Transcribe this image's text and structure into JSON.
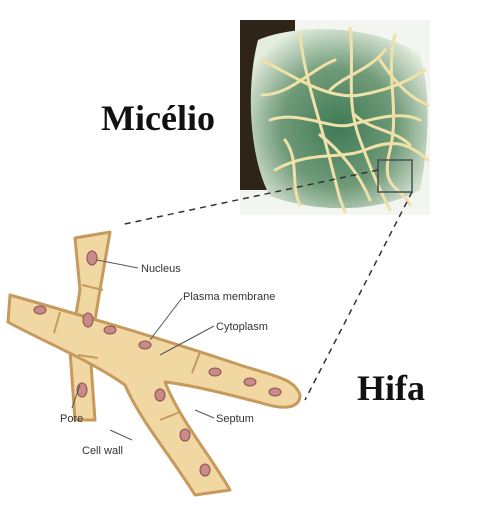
{
  "titles": {
    "mycelium": "Micélio",
    "hypha": "Hifa"
  },
  "labels": {
    "nucleus": "Nucleus",
    "plasma_membrane": "Plasma membrane",
    "cytoplasm": "Cytoplasm",
    "pore": "Pore",
    "cell_wall": "Cell wall",
    "septum": "Septum"
  },
  "colors": {
    "hypha_fill": "#f1d7a2",
    "hypha_wall": "#c69a5c",
    "nucleus_fill": "#c98a8a",
    "mycelium_bg": "#5c8a66",
    "mycelium_threads": "#efe1a8"
  }
}
